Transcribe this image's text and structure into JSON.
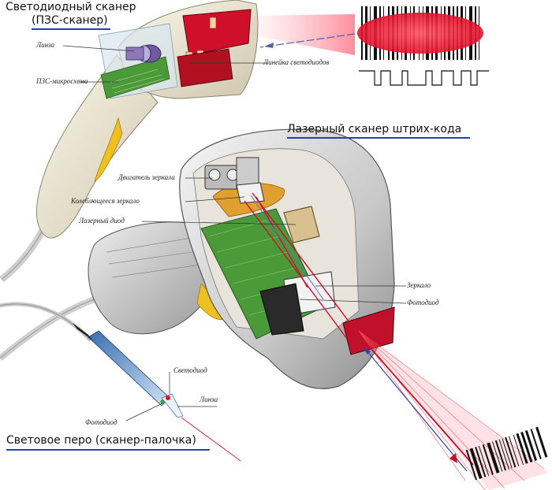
{
  "titles": {
    "led_scanner_line1": "Светодиодный сканер",
    "led_scanner_line2": "(ПЗС-сканер)",
    "laser_scanner": "Лазерный сканер штрих-кода",
    "light_pen": "Световое перо (сканер-палочка)"
  },
  "labels": {
    "lens_top": "Линза",
    "ccd_chip": "ПЗС-микросхема",
    "led_line": "Линейка светодиодов",
    "mirror_motor": "Двигатель зеркала",
    "oscillating_mirror": "Колеблющееся зеркало",
    "laser_diode": "Лазерный диод",
    "mirror": "Зеркало",
    "photodiode_laser": "Фотодиод",
    "led_pen": "Светодиод",
    "lens_pen": "Линза",
    "photodiode_pen": "Фотодиод"
  },
  "colors": {
    "title_underline": "#2244aa",
    "laser_red": "#d0102a",
    "scan_red": "#e0203a",
    "scanner_body": "#d8d8d8",
    "handle_cream": "#efe9d8",
    "trigger_yellow": "#f0c020",
    "board_green": "#4a9a3a",
    "cable_blue": "#6a9fd0"
  }
}
